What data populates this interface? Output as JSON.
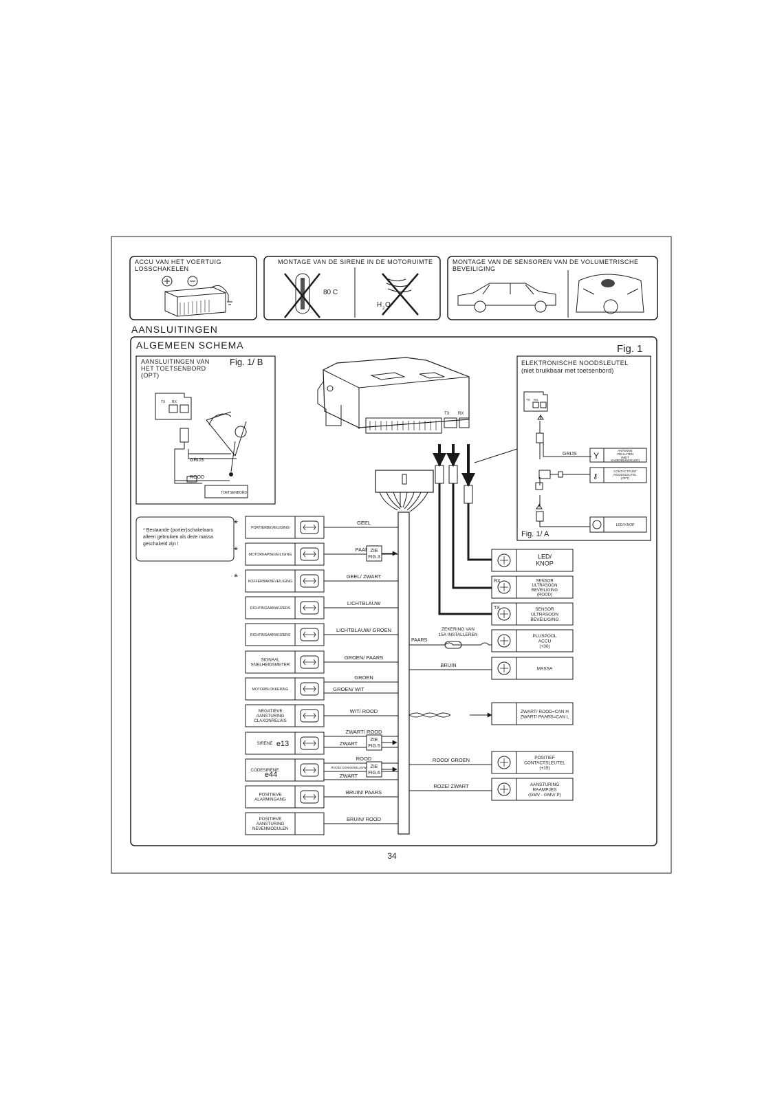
{
  "top_panels": {
    "battery": {
      "title1": "ACCU VAN HET VOERTUIG",
      "title2": "LOSSCHAKELEN"
    },
    "siren": {
      "title": "MONTAGE VAN DE SIRENE IN DE MOTORUIMTE",
      "temp": "80 C",
      "water": "H",
      "water_sub": "2",
      "water_o": "O"
    },
    "sensors": {
      "title1": "MONTAGE VAN DE SENSOREN VAN DE VOLUMETRISCHE",
      "title2": "BEVEILIGING"
    }
  },
  "heading": "AANSLUITINGEN",
  "schema": {
    "title": "ALGEMEEN SCHEMA",
    "fig": "Fig. 1"
  },
  "fig1b": {
    "title1": "AANSLUITINGEN VAN",
    "title2": "HET TOETSENBORD",
    "title3": "(OPT)",
    "fig": "Fig. 1/ B",
    "tx": "TX",
    "rx": "RX",
    "wire1": "GRIJS",
    "wire2": "ROOD",
    "keyboard": "TOETSENBORD"
  },
  "fig1a": {
    "title1": "ELEKTRONISCHE NOODSLEUTEL",
    "title2": "(niet bruikbaar met toetsenbord)",
    "fig": "Fig. 1/ A",
    "tx": "TX",
    "rx": "RX",
    "wire": "GRIJS",
    "antenna": [
      "ANTENNE",
      "VRIJLATEN",
      "(NIET",
      "SAMENBUNDELEN)"
    ],
    "contact": [
      "CONTACTPUNT",
      "NOODSLEUTEL",
      "(OPT)"
    ],
    "led": "LED/ KNOP"
  },
  "unit": {
    "tx": "TX",
    "rx": "RX"
  },
  "note": {
    "star": "*",
    "lines": [
      "* Bestaande (portier)schakelaars",
      "alleen gebruiken als deze massa",
      "geschakeld zijn !"
    ]
  },
  "left_modules": [
    {
      "label": [
        "PORTIERBEVEILIGING"
      ],
      "star": "*",
      "wire": "GEEL",
      "icon": "door-switch-icon"
    },
    {
      "label": [
        "MOTORKAPBEVEILIGING"
      ],
      "star": "*",
      "wire": "PAARS",
      "zie": [
        "ZIE",
        "FIG.3"
      ],
      "icon": "hood-switch-icon"
    },
    {
      "label": [
        "KOFFERBAKBEVEILIGING"
      ],
      "star": "*",
      "wire": "GEEL/ ZWART",
      "icon": "trunk-switch-icon"
    },
    {
      "label": [
        "RICHTINGAANWIJZERS"
      ],
      "wire": "LICHTBLAUW",
      "icon": "indicator-icon"
    },
    {
      "label": [
        "RICHTINGAANWIJZERS"
      ],
      "wire": "LICHTBLAUW/ GROEN",
      "icon": "indicator-icon"
    },
    {
      "label": [
        "SIGNAAL",
        "SNELHEIDSMETER"
      ],
      "wire": "GROEN/ PAARS",
      "icon": "speedometer-icon"
    },
    {
      "label": [
        "MOTORBLOKKERING"
      ],
      "wire": "GROEN",
      "wire2": "GROEN/ WIT",
      "icon": "engine-block-icon"
    },
    {
      "label": [
        "NEGATIEVE",
        "AANSTURING",
        "CLAXONRELAIS"
      ],
      "wire": "WIT/ ROOD",
      "icon": "horn-icon"
    },
    {
      "label": [
        "SIRENE"
      ],
      "big": "e13",
      "wire": "ZWART/ ROOD",
      "wire2": "ZWART",
      "zie": [
        "ZIE",
        "FIG.5"
      ],
      "icon": "siren-icon"
    },
    {
      "label": [
        "CODESIRENE"
      ],
      "big": "e44",
      "wire": "ROOD",
      "wire_small": "ROOD/ DONKERBLAUW",
      "wire2": "ZWART",
      "zie": [
        "ZIE",
        "FIG.6"
      ],
      "icon": "code-siren-icon"
    },
    {
      "label": [
        "POSITIEVE",
        "ALARMINGANG"
      ],
      "wire": "BRUIN/ PAARS",
      "icon": "module-icon"
    },
    {
      "label": [
        "POSITIEVE",
        "AANSTURING",
        "NEVENMODULEN"
      ],
      "wire": "BRUIN/ ROOD"
    }
  ],
  "right_modules": [
    {
      "tag": "",
      "label": [
        "LED/",
        "KNOP"
      ],
      "icon": "led-button-icon"
    },
    {
      "tag": "RX",
      "label": [
        "SENSOR",
        "ULTRASOON",
        "BEVEILIGING",
        "(ROOD)"
      ],
      "icon": "ultrasonic-sensor-icon"
    },
    {
      "tag": "TX",
      "label": [
        "SENSOR",
        "ULTRASOON",
        "BEVEILIGING"
      ],
      "icon": "ultrasonic-sensor-icon"
    },
    {
      "label": [
        "PLUSPOOL",
        "ACCU",
        "(+30)"
      ],
      "icon": "battery-icon"
    },
    {
      "label": [
        "MASSA"
      ],
      "icon": "ground-icon"
    },
    {
      "label": [
        "ZWART/ ROOD=CAN H",
        "ZWART/ PAARS=CAN L"
      ]
    },
    {
      "label": [
        "POSITIEF",
        "CONTACTSLEUTEL",
        "(+15)"
      ],
      "icon": "ignition-key-icon"
    },
    {
      "label": [
        "AANSTURING",
        "RAAMPJES",
        "(GMV - GMV/ P)"
      ],
      "icon": "window-icon"
    }
  ],
  "right_wires": {
    "paars": "PAARS",
    "fuse1": "ZEKERING VAN",
    "fuse2": "15A INSTALLEREN",
    "bruin": "BRUIN",
    "rood_groen": "ROOD/ GROEN",
    "roze_zwart": "ROZE/ ZWART"
  },
  "page_number": "34"
}
